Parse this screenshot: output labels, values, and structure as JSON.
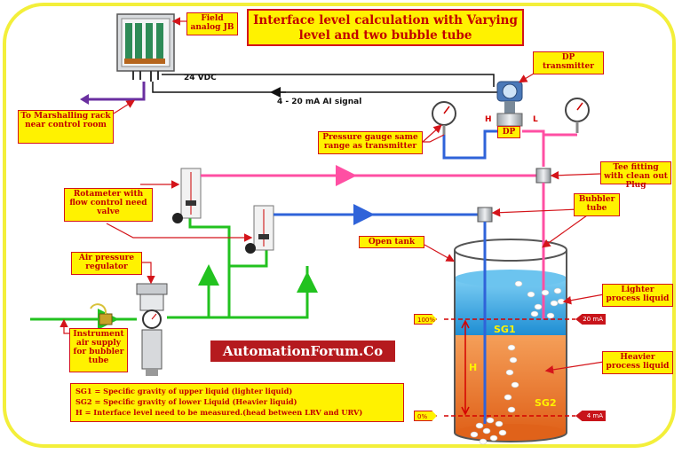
{
  "title": {
    "line1": "Interface level calculation with Varying",
    "line2": "level and two bubble tube"
  },
  "brand": "AutomationForum.Co",
  "labels": {
    "field_jb": "Field analog JB",
    "dp_transmitter": "DP transmitter",
    "marshalling": "To Marshalling rack near control room",
    "pressure_gauge": "Pressure gauge same range as transmitter",
    "tee_fitting": "Tee fitting with clean out Plug",
    "bubbler_tube": "Bubbler tube",
    "rotameter": "Rotameter with flow control need valve",
    "open_tank": "Open tank",
    "air_regulator": "Air pressure regulator",
    "instrument_air": "Instrument air supply for bubbler tube",
    "lighter_liquid": "Lighter process liquid",
    "heavier_liquid": "Heavier process liquid"
  },
  "signals": {
    "vdc": "24 VDC",
    "ai": "4 - 20 mA AI signal"
  },
  "tags": {
    "dp": "DP",
    "high": "H",
    "low": "L",
    "sg1": "SG1",
    "sg2": "SG2",
    "level_h": "H"
  },
  "levels": {
    "urv_pct": "100%",
    "lrv_pct": "0%",
    "urv_ma": "20 mA",
    "lrv_ma": "4 mA"
  },
  "legend": [
    "SG1 = Specific gravity of upper liquid (lighter liquid)",
    "SG2 = Specific gravity of lower Liquid (Heavier liquid)",
    "H = Interface level need to be measured.(head between LRV and URV)"
  ],
  "colors": {
    "frame": "#f3ef3a",
    "label_fill": "#fff200",
    "label_text": "#c20000",
    "air_line": "#22c21f",
    "low_side_line": "#ff4fa3",
    "high_side_line": "#2f63d9",
    "signal_line": "#111111",
    "marshalling_arrow": "#6a2fa0",
    "light_liquid": "#2fa6e0",
    "heavy_liquid": "#ea7a2c",
    "brand_bg": "#b51a1e"
  }
}
